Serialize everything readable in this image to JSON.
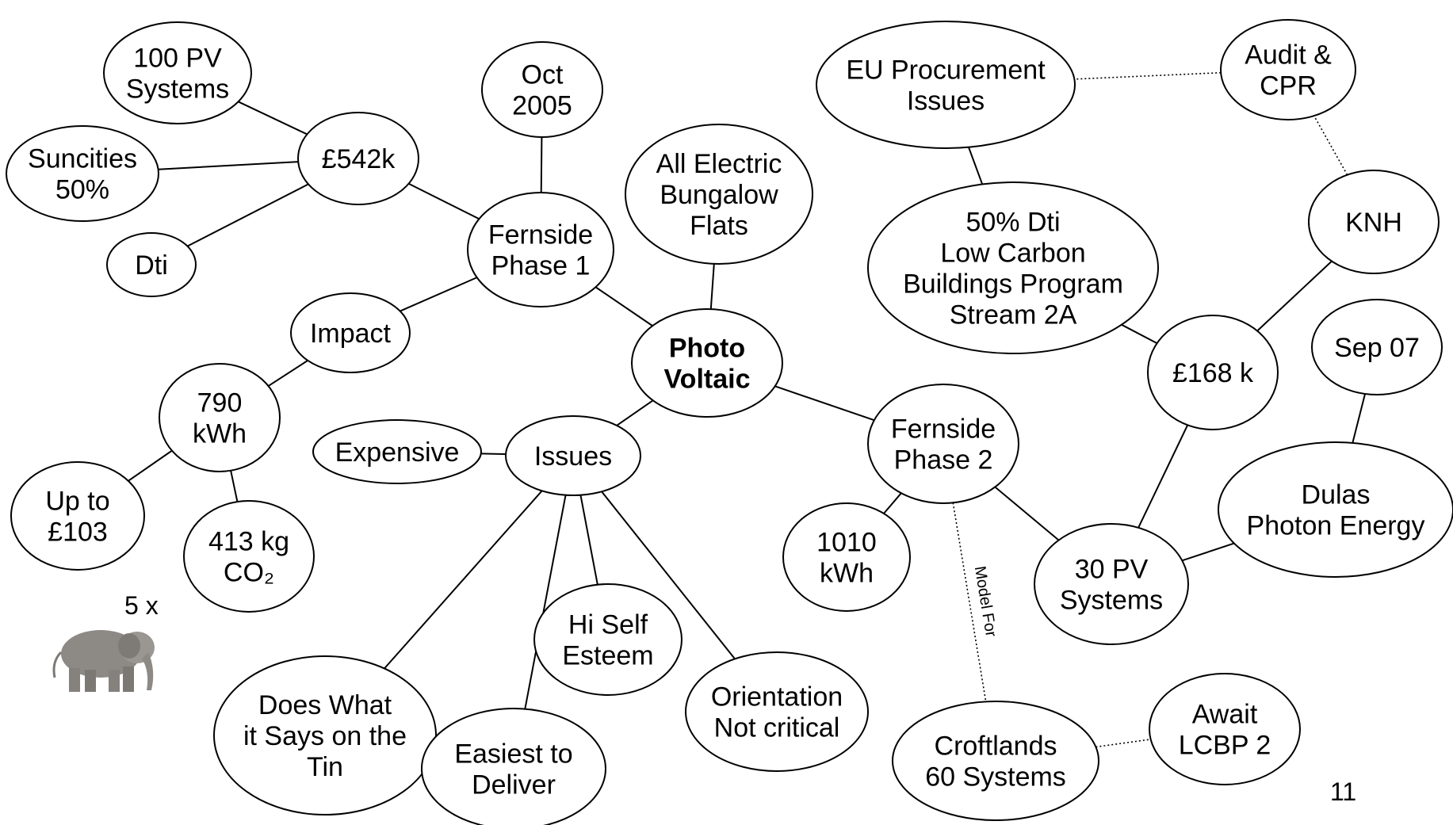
{
  "nodes": [
    {
      "id": "photo-voltaic",
      "lines": [
        "Photo",
        "Voltaic"
      ],
      "bold": true
    },
    {
      "id": "fernside-phase-1",
      "lines": [
        "Fernside",
        "Phase 1"
      ]
    },
    {
      "id": "oct-2005",
      "lines": [
        "Oct",
        "2005"
      ]
    },
    {
      "id": "542k",
      "lines": [
        "£542k"
      ]
    },
    {
      "id": "100-pv-systems",
      "lines": [
        "100 PV",
        "Systems"
      ]
    },
    {
      "id": "suncities-50",
      "lines": [
        "Suncities",
        "50%"
      ]
    },
    {
      "id": "dti",
      "lines": [
        "Dti"
      ]
    },
    {
      "id": "impact",
      "lines": [
        "Impact"
      ]
    },
    {
      "id": "790-kwh",
      "lines": [
        "790",
        "kWh"
      ]
    },
    {
      "id": "up-to-103",
      "lines": [
        "Up to",
        "£103"
      ]
    },
    {
      "id": "413-kg-co2",
      "lines": [
        "413 kg",
        "CO₂"
      ]
    },
    {
      "id": "all-electric",
      "lines": [
        "All Electric",
        "Bungalow",
        "Flats"
      ]
    },
    {
      "id": "issues",
      "lines": [
        "Issues"
      ]
    },
    {
      "id": "expensive",
      "lines": [
        "Expensive"
      ]
    },
    {
      "id": "does-what",
      "lines": [
        "Does What",
        "it Says on the",
        "Tin"
      ]
    },
    {
      "id": "easiest",
      "lines": [
        "Easiest to",
        "Deliver"
      ]
    },
    {
      "id": "hi-self-esteem",
      "lines": [
        "Hi Self",
        "Esteem"
      ]
    },
    {
      "id": "orientation",
      "lines": [
        "Orientation",
        "Not critical"
      ]
    },
    {
      "id": "fernside-phase-2",
      "lines": [
        "Fernside",
        "Phase 2"
      ]
    },
    {
      "id": "1010-kwh",
      "lines": [
        "1010",
        "kWh"
      ]
    },
    {
      "id": "30-pv-systems",
      "lines": [
        "30 PV",
        "Systems"
      ]
    },
    {
      "id": "croftlands",
      "lines": [
        "Croftlands",
        "60 Systems"
      ]
    },
    {
      "id": "await-lcbp2",
      "lines": [
        "Await",
        "LCBP 2"
      ]
    },
    {
      "id": "dulas",
      "lines": [
        "Dulas",
        "Photon Energy"
      ]
    },
    {
      "id": "sep-07",
      "lines": [
        "Sep 07"
      ]
    },
    {
      "id": "168k",
      "lines": [
        "£168 k"
      ]
    },
    {
      "id": "knh",
      "lines": [
        "KNH"
      ]
    },
    {
      "id": "audit-cpr",
      "lines": [
        "Audit &",
        "CPR"
      ]
    },
    {
      "id": "eu-procurement",
      "lines": [
        "EU Procurement",
        "Issues"
      ]
    },
    {
      "id": "50-dti-lcbp",
      "lines": [
        "50% Dti",
        "Low Carbon",
        "Buildings Program",
        "Stream 2A"
      ]
    }
  ],
  "edges": [
    {
      "from": "photo-voltaic",
      "to": "fernside-phase-1",
      "style": "solid"
    },
    {
      "from": "fernside-phase-1",
      "to": "oct-2005",
      "style": "solid"
    },
    {
      "from": "fernside-phase-1",
      "to": "542k",
      "style": "solid"
    },
    {
      "from": "542k",
      "to": "100-pv-systems",
      "style": "solid"
    },
    {
      "from": "542k",
      "to": "suncities-50",
      "style": "solid"
    },
    {
      "from": "542k",
      "to": "dti",
      "style": "solid"
    },
    {
      "from": "fernside-phase-1",
      "to": "impact",
      "style": "solid"
    },
    {
      "from": "impact",
      "to": "790-kwh",
      "style": "solid"
    },
    {
      "from": "790-kwh",
      "to": "up-to-103",
      "style": "solid"
    },
    {
      "from": "790-kwh",
      "to": "413-kg-co2",
      "style": "solid"
    },
    {
      "from": "photo-voltaic",
      "to": "all-electric",
      "style": "solid"
    },
    {
      "from": "photo-voltaic",
      "to": "issues",
      "style": "solid"
    },
    {
      "from": "issues",
      "to": "expensive",
      "style": "solid"
    },
    {
      "from": "issues",
      "to": "does-what",
      "style": "solid"
    },
    {
      "from": "issues",
      "to": "easiest",
      "style": "solid"
    },
    {
      "from": "issues",
      "to": "hi-self-esteem",
      "style": "solid"
    },
    {
      "from": "issues",
      "to": "orientation",
      "style": "solid"
    },
    {
      "from": "photo-voltaic",
      "to": "fernside-phase-2",
      "style": "solid"
    },
    {
      "from": "fernside-phase-2",
      "to": "1010-kwh",
      "style": "solid"
    },
    {
      "from": "fernside-phase-2",
      "to": "30-pv-systems",
      "style": "solid"
    },
    {
      "from": "fernside-phase-2",
      "to": "croftlands",
      "style": "dotted",
      "label": "Model For"
    },
    {
      "from": "croftlands",
      "to": "await-lcbp2",
      "style": "dotted"
    },
    {
      "from": "30-pv-systems",
      "to": "dulas",
      "style": "solid"
    },
    {
      "from": "dulas",
      "to": "sep-07",
      "style": "solid"
    },
    {
      "from": "30-pv-systems",
      "to": "168k",
      "style": "solid"
    },
    {
      "from": "168k",
      "to": "knh",
      "style": "solid"
    },
    {
      "from": "168k",
      "to": "50-dti-lcbp",
      "style": "solid"
    },
    {
      "from": "knh",
      "to": "audit-cpr",
      "style": "dotted"
    },
    {
      "from": "audit-cpr",
      "to": "eu-procurement",
      "style": "dotted"
    },
    {
      "from": "eu-procurement",
      "to": "50-dti-lcbp",
      "style": "solid"
    }
  ],
  "annotations": {
    "multiplier": "5 x",
    "page_number": "11"
  },
  "icons": {
    "elephant": "elephant-icon"
  }
}
